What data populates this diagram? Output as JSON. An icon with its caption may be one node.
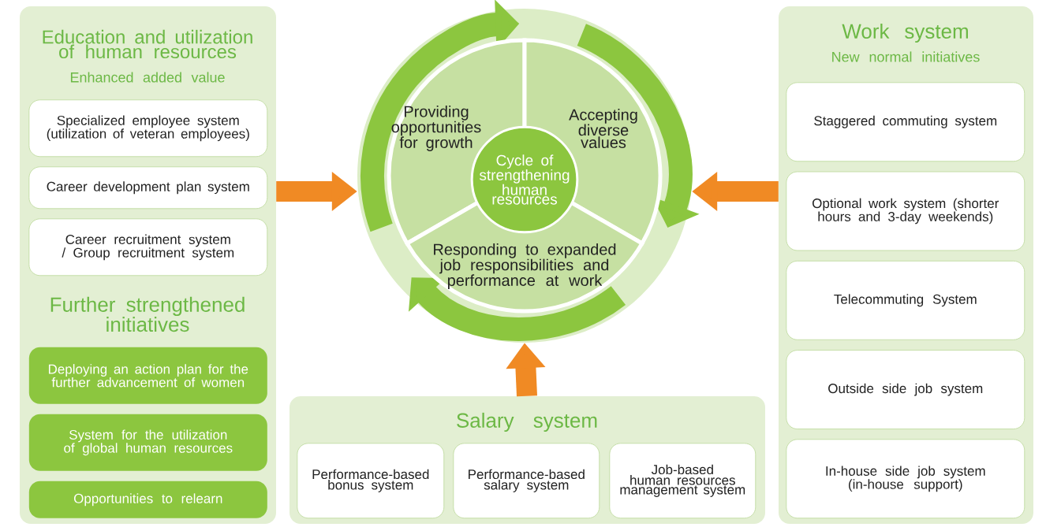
{
  "diagram": {
    "nodes": [
      {
        "text": [
          "Education and utilization of human resources",
          "Enhanced added value",
          "Further strengthened initiatives"
        ]
      },
      {
        "text": [
          "Specialized employee system (utilization of veteran employees)"
        ],
        "in": 0
      },
      {
        "text": [
          "Career development plan system"
        ],
        "in": 0
      },
      {
        "text": [
          "Career recruitment system / Group recruitment system"
        ],
        "in": 0
      },
      {
        "text": [
          "Deploying an action plan for the further advancement of women"
        ],
        "in": 0
      },
      {
        "text": [
          "System for the utilization of global human resources"
        ],
        "in": 0
      },
      {
        "text": [
          "Opportunities to relearn"
        ],
        "in": 0
      },
      {
        "text": [],
        "shape": "circle"
      },
      {
        "text": [
          "Providing opportunities for growth"
        ],
        "in": 7
      },
      {
        "text": [
          "Accepting diverse values"
        ],
        "in": 7
      },
      {
        "text": [
          "Responding to expanded job responsibilities and performance at work"
        ],
        "in": 7
      },
      {
        "text": [
          "Cycle of strengthening human resources"
        ],
        "in": 7
      },
      {
        "text": [
          "Work system",
          "New normal initiatives"
        ]
      },
      {
        "text": [
          "Staggered commuting system"
        ],
        "in": 12
      },
      {
        "text": [
          "Optional work system (shorter hours and 3-day weekends)"
        ],
        "in": 12
      },
      {
        "text": [
          "Telecommuting System"
        ],
        "in": 12
      },
      {
        "text": [
          "Outside side job system"
        ],
        "in": 12
      },
      {
        "text": [
          "In-house side job system (in-house support)"
        ],
        "in": 12
      },
      {
        "text": [
          "Salary system"
        ]
      },
      {
        "text": [
          "Performance-based bonus system"
        ],
        "in": 18
      },
      {
        "text": [
          "Performance-based salary system"
        ],
        "in": 18
      },
      {
        "text": [
          "Job-based human resources management system"
        ],
        "in": 18
      }
    ],
    "edges": [
      {
        "from": 0,
        "to": 7,
        "arrow": "to"
      },
      {
        "from": 12,
        "to": 7,
        "arrow": "to"
      },
      {
        "from": 18,
        "to": 7,
        "arrow": "to"
      }
    ]
  }
}
